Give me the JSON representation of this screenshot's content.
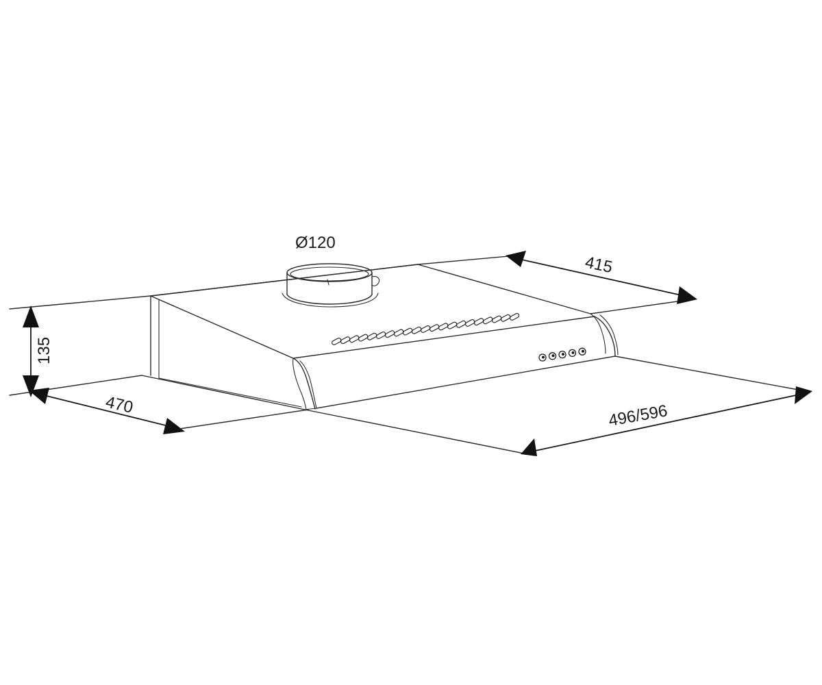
{
  "dimensions": {
    "duct_diameter": "Ø120",
    "depth_top": "415",
    "height": "135",
    "depth_side": "470",
    "width": "496/596"
  }
}
